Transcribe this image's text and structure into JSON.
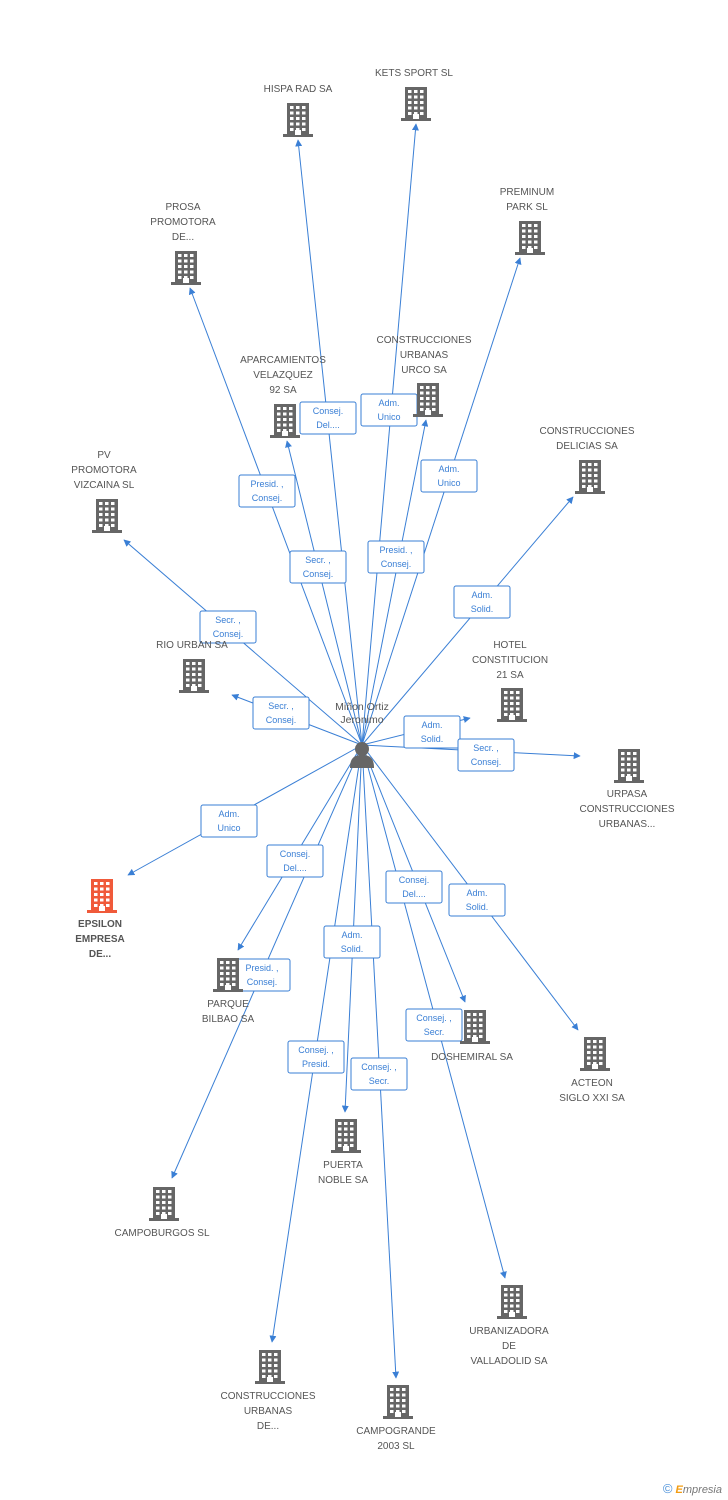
{
  "colors": {
    "edge": "#3a7fd5",
    "building": "#666666",
    "focus_building": "#f05a3a",
    "person": "#666666"
  },
  "person": {
    "label_lines": [
      "Miñon Ortiz",
      "Jeronimo"
    ]
  },
  "companies": [
    {
      "id": "hispa-rad",
      "lines": [
        "HISPA RAD SA"
      ]
    },
    {
      "id": "kets-sport",
      "lines": [
        "KETS SPORT SL"
      ]
    },
    {
      "id": "preminum-park",
      "lines": [
        "PREMINUM",
        "PARK SL"
      ]
    },
    {
      "id": "prosa-promotora",
      "lines": [
        "PROSA",
        "PROMOTORA",
        "DE..."
      ]
    },
    {
      "id": "construcciones-urbanas-urco",
      "lines": [
        "CONSTRUCCIONES",
        "URBANAS",
        "URCO SA"
      ]
    },
    {
      "id": "aparcamientos-velazquez",
      "lines": [
        "APARCAMIENTOS",
        "VELAZQUEZ",
        "92 SA"
      ]
    },
    {
      "id": "construcciones-delicias",
      "lines": [
        "CONSTRUCCIONES",
        "DELICIAS SA"
      ]
    },
    {
      "id": "pv-promotora-vizcaina",
      "lines": [
        "PV",
        "PROMOTORA",
        "VIZCAINA SL"
      ]
    },
    {
      "id": "hotel-constitucion",
      "lines": [
        "HOTEL",
        "CONSTITUCION",
        "21 SA"
      ]
    },
    {
      "id": "rio-urban",
      "lines": [
        "RIO URBAN SA"
      ]
    },
    {
      "id": "urpasa",
      "lines": [
        "URPASA",
        "CONSTRUCCIONES",
        "URBANAS..."
      ]
    },
    {
      "id": "epsilon",
      "lines": [
        "EPSILON",
        "EMPRESA",
        "DE..."
      ],
      "focus": true
    },
    {
      "id": "parque-bilbao",
      "lines": [
        "PARQUE",
        "BILBAO SA"
      ]
    },
    {
      "id": "doshemiral",
      "lines": [
        "DOSHEMIRAL SA"
      ]
    },
    {
      "id": "acteon",
      "lines": [
        "ACTEON",
        "SIGLO XXI SA"
      ]
    },
    {
      "id": "puerta-noble",
      "lines": [
        "PUERTA",
        "NOBLE SA"
      ]
    },
    {
      "id": "campoburgos",
      "lines": [
        "CAMPOBURGOS SL"
      ]
    },
    {
      "id": "urbanizadora-valladolid",
      "lines": [
        "URBANIZADORA",
        "DE",
        "VALLADOLID SA"
      ]
    },
    {
      "id": "construcciones-urbanas-de",
      "lines": [
        "CONSTRUCCIONES",
        "URBANAS",
        "DE..."
      ]
    },
    {
      "id": "campogrande",
      "lines": [
        "CAMPOGRANDE",
        "2003 SL"
      ]
    }
  ],
  "edges": [
    {
      "to": "hispa-rad",
      "role": [
        "Consej.",
        "Del...."
      ]
    },
    {
      "to": "kets-sport",
      "role": [
        "Adm.",
        "Unico"
      ]
    },
    {
      "to": "preminum-park",
      "role": [
        "Adm.",
        "Unico"
      ]
    },
    {
      "to": "prosa-promotora",
      "role": [
        "Presid. ,",
        "Consej."
      ]
    },
    {
      "to": "construcciones-urbanas-urco",
      "role": [
        "Presid. ,",
        "Consej."
      ]
    },
    {
      "to": "aparcamientos-velazquez",
      "role": [
        "Secr. ,",
        "Consej."
      ]
    },
    {
      "to": "construcciones-delicias",
      "role": [
        "Adm.",
        "Solid."
      ]
    },
    {
      "to": "pv-promotora-vizcaina",
      "role": [
        "Secr. ,",
        "Consej."
      ]
    },
    {
      "to": "hotel-constitucion",
      "role": [
        "Adm.",
        "Solid."
      ]
    },
    {
      "to": "rio-urban",
      "role": [
        "Secr. ,",
        "Consej."
      ]
    },
    {
      "to": "urpasa",
      "role": [
        "Secr. ,",
        "Consej."
      ]
    },
    {
      "to": "epsilon",
      "role": [
        "Adm.",
        "Unico"
      ]
    },
    {
      "to": "parque-bilbao",
      "role": [
        "Consej.",
        "Del...."
      ]
    },
    {
      "to": "doshemiral",
      "role": [
        "Consej.",
        "Del...."
      ]
    },
    {
      "to": "acteon",
      "role": [
        "Adm.",
        "Solid."
      ]
    },
    {
      "to": "puerta-noble",
      "role": [
        "Adm.",
        "Solid."
      ]
    },
    {
      "to": "campoburgos",
      "role": [
        "Presid. ,",
        "Consej."
      ]
    },
    {
      "to": "urbanizadora-valladolid",
      "role": [
        "Consej. ,",
        "Secr."
      ]
    },
    {
      "to": "construcciones-urbanas-de",
      "role": [
        "Consej. ,",
        "Presid."
      ]
    },
    {
      "to": "campogrande",
      "role": [
        "Consej. ,",
        "Secr."
      ]
    }
  ],
  "footer": {
    "copyright": "©",
    "brand_first": "E",
    "brand_rest": "mpresia"
  }
}
